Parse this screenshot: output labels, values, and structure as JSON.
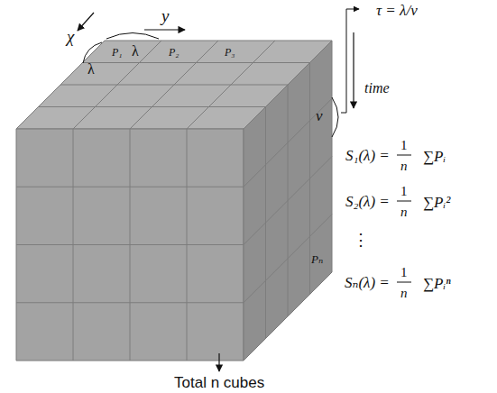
{
  "diagram": {
    "labels": [
      "y",
      "χ",
      "λ",
      "λ",
      "P₁",
      "P₂",
      "P₃",
      "v",
      "τ = λ/v",
      "time",
      "S₁(λ) =",
      "1",
      "n",
      "∑Pᵢ",
      "S₂(λ) =",
      "1",
      "n",
      "∑Pᵢ²",
      "⋮",
      "Sₙ(λ) =",
      "1",
      "n",
      "∑Pᵢⁿ",
      "Pₙ",
      "Total n cubes"
    ]
  }
}
